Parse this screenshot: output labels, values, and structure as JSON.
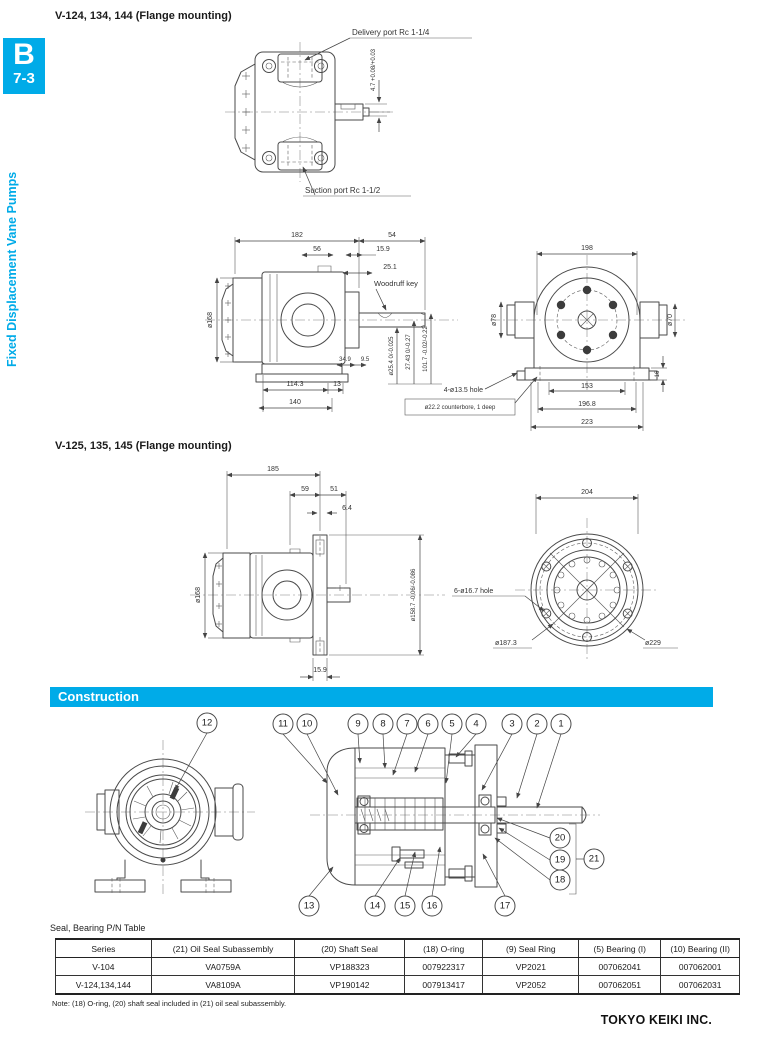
{
  "sidebar": {
    "tab_letter": "B",
    "tab_code": "7-3",
    "vertical_label": "Fixed Displacement Vane Pumps",
    "accent_blue": "#00abe8"
  },
  "section1": {
    "title": "V-124, 134, 144 (Flange mounting)"
  },
  "drawing1": {
    "delivery_port_label": "Delivery port Rc 1-1/4",
    "suction_port_label": "Suction port Rc 1-1/2",
    "dim_key": "4.7 +0.08/+0.03"
  },
  "drawing2": {
    "dim_182": "182",
    "dim_54": "54",
    "dim_56": "56",
    "dim_15_9": "15.9",
    "dim_25_1": "25.1",
    "woodruff_key_label": "Woodruff key",
    "dim_dia168": "ø168",
    "dim_34_9": "34.9",
    "dim_9_5": "9.5",
    "dim_dia25_4": "ø25.4 0/-0.025",
    "dim_27_43": "27.43 0/-0.27",
    "dim_101_7": "101.7 -0.02/-0.22",
    "dim_114_3": "114.3",
    "dim_13": "13",
    "dim_140": "140",
    "front": {
      "dim_198": "198",
      "dim_dia78": "ø78",
      "dim_dia70": "ø70",
      "dim_16": "16",
      "dim_153": "153",
      "dim_196_8": "196.8",
      "dim_223": "223",
      "hole_note": "4-ø13.5 hole",
      "counterbore_note": "ø22.2 counterbore, 1 deep"
    }
  },
  "section2": {
    "title": "V-125, 135, 145 (Flange mounting)"
  },
  "drawing3": {
    "dim_185": "185",
    "dim_59": "59",
    "dim_51": "51",
    "dim_6_4": "6.4",
    "dim_dia168": "ø168",
    "dim_dia158_7": "ø158.7 -0.06/-0.086",
    "dim_15_9": "15.9",
    "front": {
      "dim_204": "204",
      "hole_note": "6-ø16.7 hole",
      "dim_dia187_3": "ø187.3",
      "dim_dia229": "ø229"
    }
  },
  "construction": {
    "banner": "Construction",
    "callouts": [
      "1",
      "2",
      "3",
      "4",
      "5",
      "6",
      "7",
      "8",
      "9",
      "10",
      "11",
      "12",
      "13",
      "14",
      "15",
      "16",
      "17",
      "18",
      "19",
      "20",
      "21"
    ]
  },
  "parts_table": {
    "title": "Seal, Bearing P/N Table",
    "headers": [
      "Series",
      "(21) Oil Seal Subassembly",
      "(20) Shaft Seal",
      "(18) O-ring",
      "(9) Seal Ring",
      "(5) Bearing (I)",
      "(10) Bearing (II)"
    ],
    "rows": [
      [
        "V-104",
        "VA0759A",
        "VP188323",
        "007922317",
        "VP2021",
        "007062041",
        "007062001"
      ],
      [
        "V-124,134,144",
        "VA8109A",
        "VP190142",
        "007913417",
        "VP2052",
        "007062051",
        "007062031"
      ]
    ],
    "note": "Note: (18) O-ring, (20) shaft seal included in (21) oil seal subassembly."
  },
  "footer": {
    "company": "TOKYO KEIKI INC."
  }
}
